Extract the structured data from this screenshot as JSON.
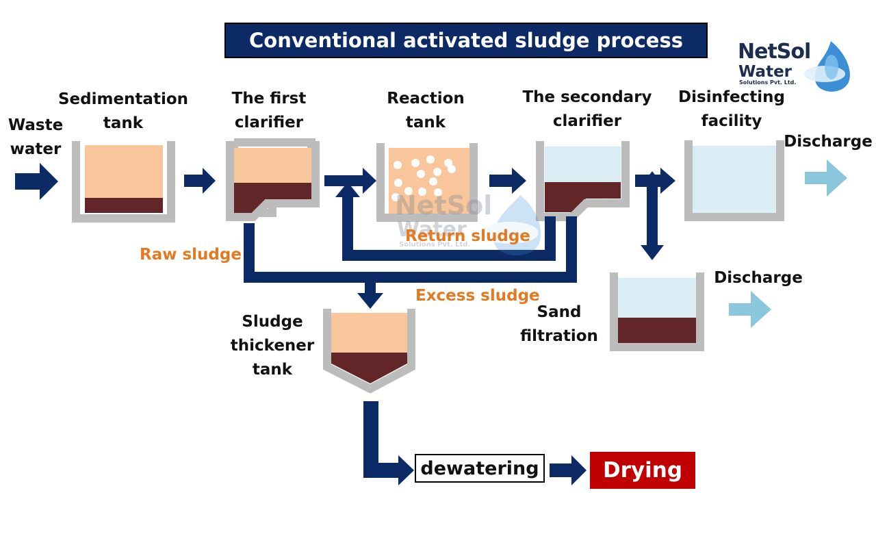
{
  "title": "Conventional activated sludge process",
  "logo": {
    "line1": "NetSol",
    "line2": "Water",
    "line3": "Solutions Pvt. Ltd."
  },
  "watermark": {
    "line1": "NetSol",
    "line2": "Water",
    "line3": "Solutions Pvt. Ltd."
  },
  "stages": {
    "waste_water": {
      "line1": "Waste",
      "line2": "water"
    },
    "sedimentation": {
      "line1": "Sedimentation",
      "line2": "tank"
    },
    "first_clarifier": {
      "line1": "The first",
      "line2": "clarifier"
    },
    "reaction": {
      "line1": "Reaction",
      "line2": "tank"
    },
    "secondary_clarifier": {
      "line1": "The secondary",
      "line2": "clarifier"
    },
    "disinfecting": {
      "line1": "Disinfecting",
      "line2": "facility"
    },
    "discharge_top": "Discharge",
    "discharge_bottom": "Discharge",
    "sand_filtration": {
      "line1": "Sand",
      "line2": "filtration"
    },
    "thickener": {
      "line1": "Sludge",
      "line2": "thickener",
      "line3": "tank"
    }
  },
  "flows": {
    "raw_sludge": "Raw sludge",
    "return_sludge": "Return sludge",
    "excess_sludge": "Excess sludge"
  },
  "boxes": {
    "dewatering": "dewatering",
    "drying": "Drying"
  },
  "colors": {
    "arrow_navy": "#0c2a66",
    "discharge_arrow": "#8ac6dc",
    "tank_wall": "#bcbcbc",
    "water_peach": "#f9c69b",
    "sludge": "#622528",
    "clear_water": "#dbedf4",
    "label_orange": "#e07b24",
    "title_bg": "#0c2a66",
    "drying_bg": "#c00000"
  }
}
